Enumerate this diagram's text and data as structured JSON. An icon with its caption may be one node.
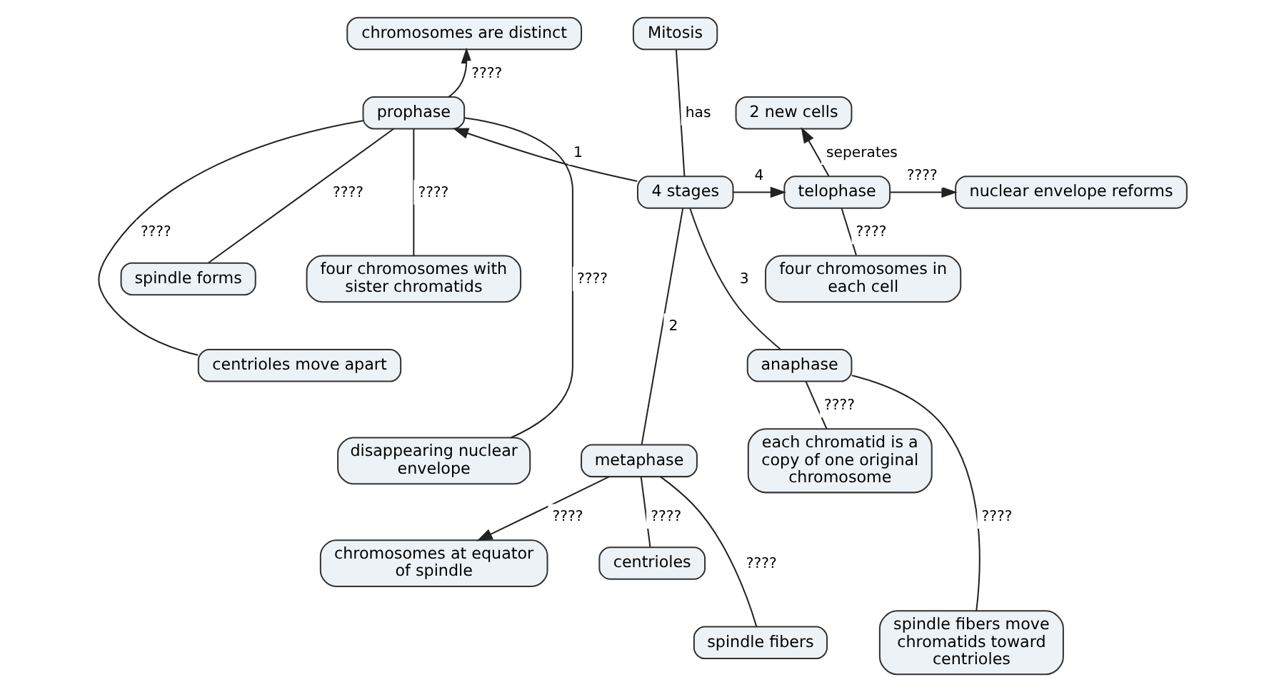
{
  "diagram": {
    "nodes": [
      {
        "text": [
          "chromosomes are distinct"
        ]
      },
      {
        "text": [
          "Mitosis"
        ]
      },
      {
        "text": [
          "2 new cells"
        ]
      },
      {
        "text": [
          "prophase"
        ]
      },
      {
        "text": [
          "4 stages"
        ]
      },
      {
        "text": [
          "telophase"
        ]
      },
      {
        "text": [
          "nuclear envelope reforms"
        ]
      },
      {
        "text": [
          "spindle forms"
        ]
      },
      {
        "text": [
          "four chromosomes in each cell"
        ]
      },
      {
        "text": [
          "four chromosomes with sister chromatids"
        ]
      },
      {
        "text": [
          "centrioles move apart"
        ]
      },
      {
        "text": [
          "anaphase"
        ]
      },
      {
        "text": [
          "disappearing nuclear envelope"
        ]
      },
      {
        "text": [
          "metaphase"
        ]
      },
      {
        "text": [
          "each chromatid is a copy of one original chromosome"
        ]
      },
      {
        "text": [
          "chromosomes at equator of spindle"
        ]
      },
      {
        "text": [
          "centrioles"
        ]
      },
      {
        "text": [
          "spindle fibers move chromatids toward centrioles"
        ]
      },
      {
        "text": [
          "spindle fibers"
        ]
      }
    ],
    "edges": [
      {
        "from": 1,
        "to": 4,
        "arrow": "none",
        "label": "has"
      },
      {
        "from": 4,
        "to": 3,
        "arrow": "to",
        "label": "1"
      },
      {
        "from": 4,
        "to": 13,
        "arrow": "none",
        "label": "2"
      },
      {
        "from": 4,
        "to": 11,
        "arrow": "none",
        "label": "3"
      },
      {
        "from": 4,
        "to": 5,
        "arrow": "to",
        "label": "4"
      },
      {
        "from": 3,
        "to": 0,
        "arrow": "to",
        "label": "????"
      },
      {
        "from": 3,
        "to": 7,
        "arrow": "none",
        "label": "????"
      },
      {
        "from": 3,
        "to": 9,
        "arrow": "none",
        "label": "????"
      },
      {
        "from": 3,
        "to": 12,
        "arrow": "none",
        "label": "????"
      },
      {
        "from": 3,
        "to": 10,
        "arrow": "none",
        "label": "????"
      },
      {
        "from": 5,
        "to": 2,
        "arrow": "to",
        "label": "seperates"
      },
      {
        "from": 5,
        "to": 6,
        "arrow": "to",
        "label": "????"
      },
      {
        "from": 5,
        "to": 8,
        "arrow": "none",
        "label": "????"
      },
      {
        "from": 11,
        "to": 14,
        "arrow": "none",
        "label": "????"
      },
      {
        "from": 11,
        "to": 17,
        "arrow": "none",
        "label": "????"
      },
      {
        "from": 13,
        "to": 15,
        "arrow": "to",
        "label": "????"
      },
      {
        "from": 13,
        "to": 18,
        "arrow": "none",
        "label": "????"
      },
      {
        "from": 13,
        "to": 16,
        "arrow": "none",
        "label": "????"
      }
    ]
  }
}
